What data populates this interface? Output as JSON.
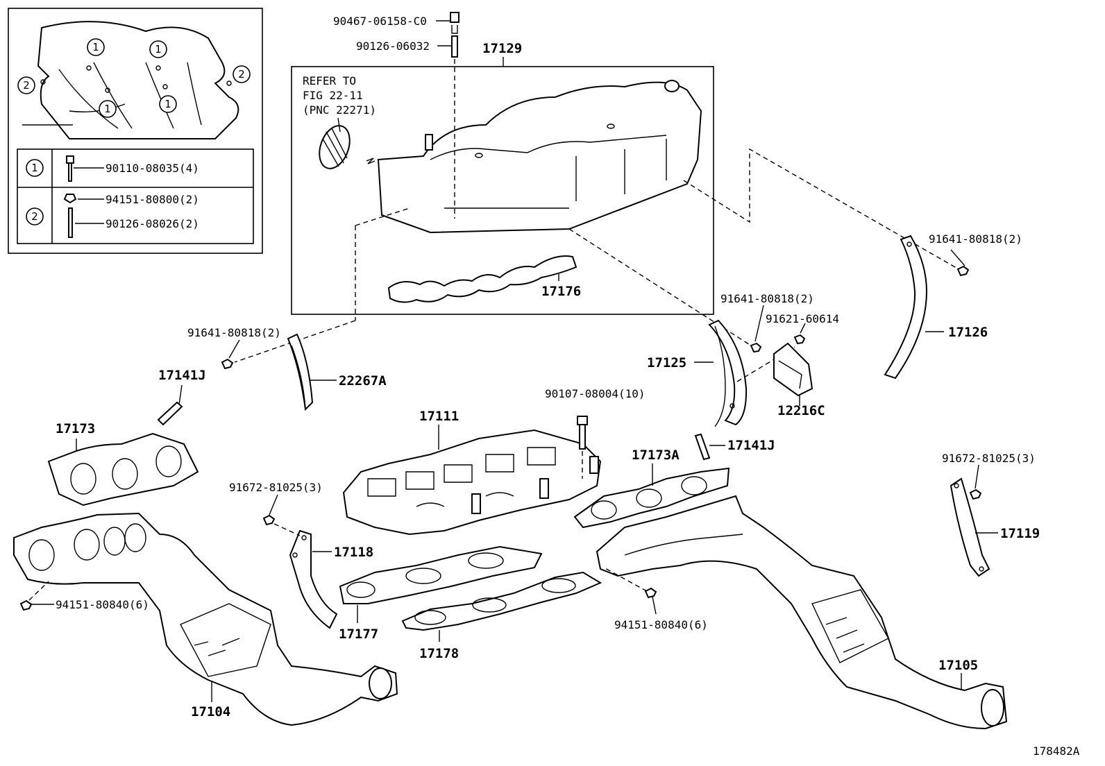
{
  "figure_id": "178482A",
  "refer_note": [
    "REFER TO",
    "FIG 22-11",
    "(PNC 22271)"
  ],
  "callout_marks": [
    "1",
    "2"
  ],
  "legend_table": [
    {
      "mark": "1",
      "part": "90110-08035(4)"
    },
    {
      "mark": "2",
      "part": "94151-80800(2)"
    },
    {
      "mark": "2",
      "part": "90126-08026(2)"
    }
  ],
  "labels": {
    "p17129": "17129",
    "p90467": "90467-06158-C0",
    "p90126_06032": "90126-06032",
    "p17176": "17176",
    "p91641_r": "91641-80818(2)",
    "p17126": "17126",
    "p91641_c": "91641-80818(2)",
    "p91621": "91621-60614",
    "p17125": "17125",
    "p12216c": "12216C",
    "p91641_l": "91641-80818(2)",
    "p22267a": "22267A",
    "p17141j_l": "17141J",
    "p17173": "17173",
    "p17111": "17111",
    "p90107": "90107-08004(10)",
    "p17173a": "17173A",
    "p17141j_r": "17141J",
    "p91672_r": "91672-81025(3)",
    "p17119": "17119",
    "p91672_l": "91672-81025(3)",
    "p17118": "17118",
    "p94151_l": "94151-80840(6)",
    "p94151_r": "94151-80840(6)",
    "p17177": "17177",
    "p17178": "17178",
    "p17104": "17104",
    "p17105": "17105"
  }
}
